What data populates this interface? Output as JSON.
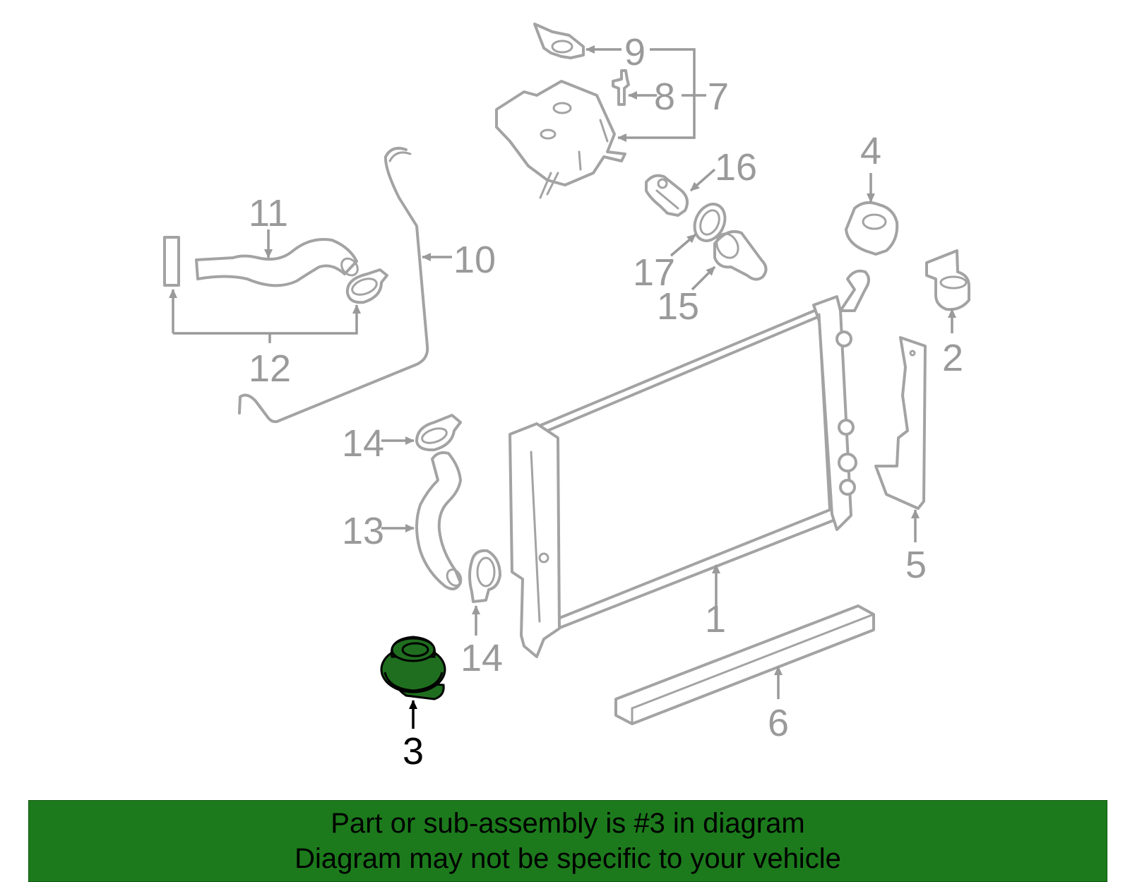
{
  "callouts": {
    "c1": "1",
    "c2": "2",
    "c3": "3",
    "c4": "4",
    "c5": "5",
    "c6": "6",
    "c7": "7",
    "c8": "8",
    "c9": "9",
    "c10": "10",
    "c11": "11",
    "c12": "12",
    "c13": "13",
    "c14a": "14",
    "c14b": "14",
    "c15": "15",
    "c16": "16",
    "c17": "17"
  },
  "highlighted_part": "3",
  "colors": {
    "part_stroke": "#a3a3a3",
    "highlight_fill": "#1f6e1f",
    "banner_bg": "#1c7a1c"
  },
  "banner": {
    "line1": "Part or sub-assembly is #3 in diagram",
    "line2": "Diagram may not be specific to your vehicle"
  }
}
